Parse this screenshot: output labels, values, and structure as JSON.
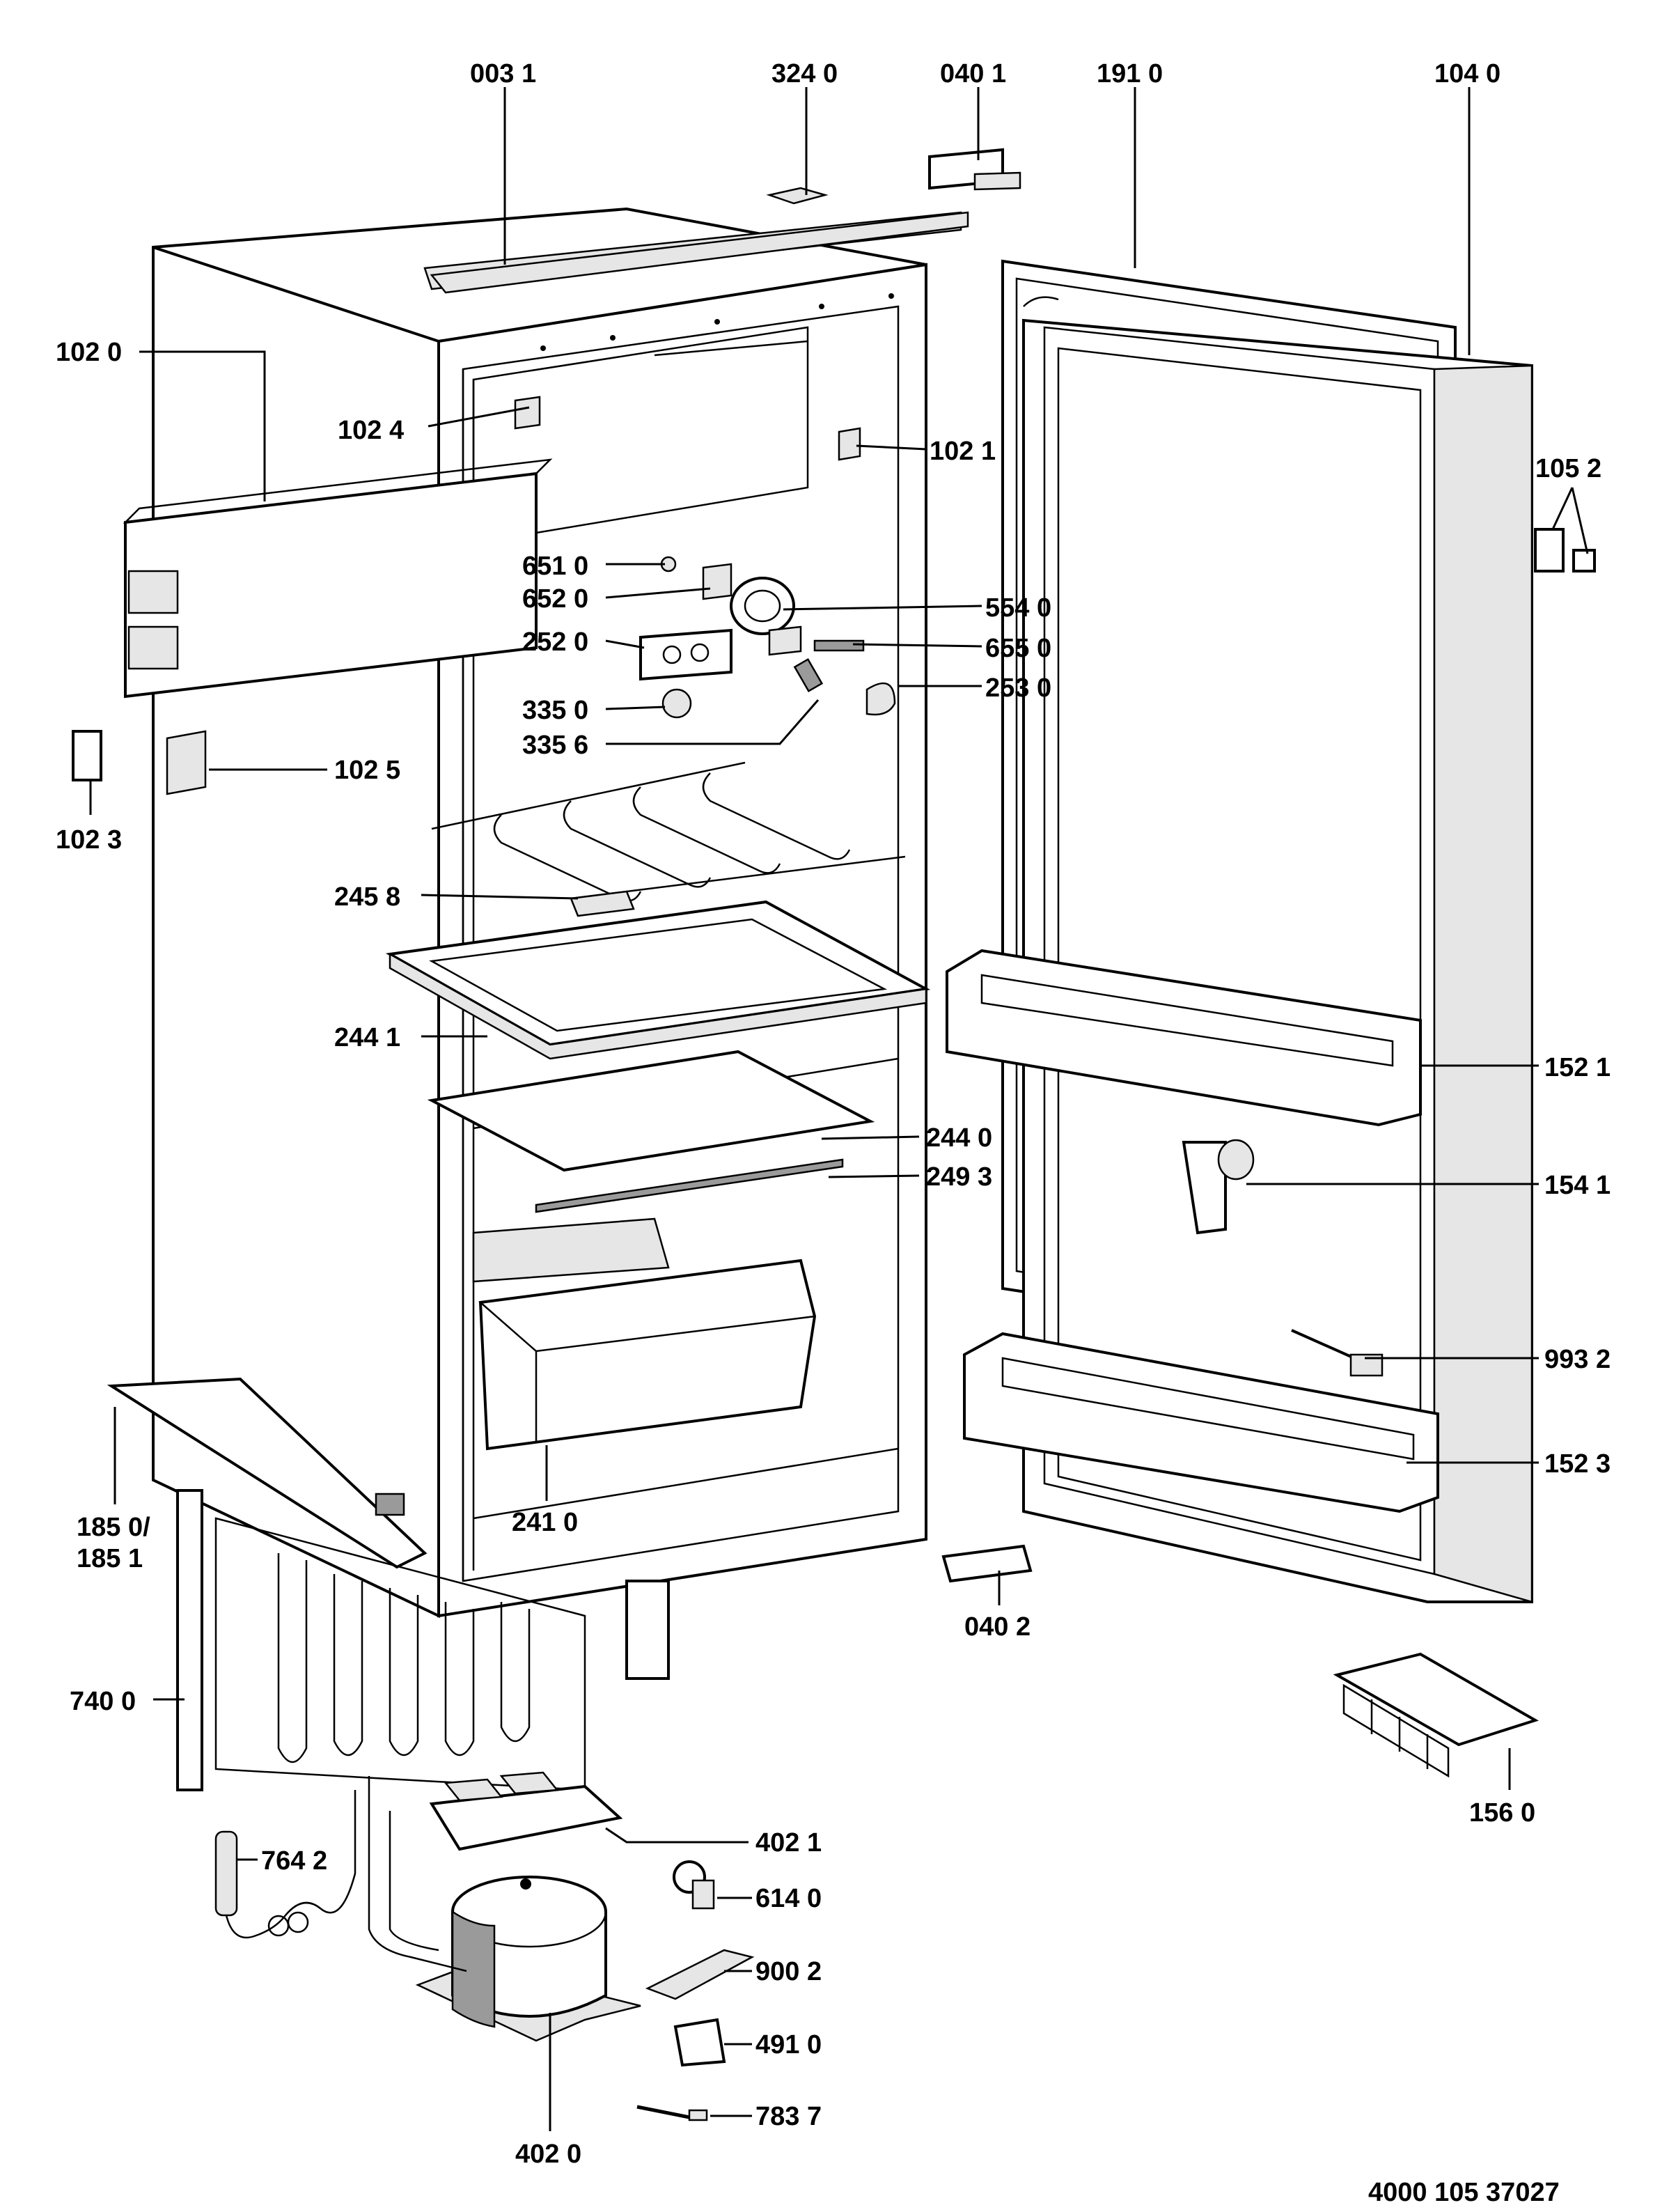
{
  "drawing": {
    "reference_code": "4000 105 37027"
  },
  "parts": [
    {
      "id": "part-003-1",
      "label": "003 1"
    },
    {
      "id": "part-324-0",
      "label": "324 0"
    },
    {
      "id": "part-040-1",
      "label": "040 1"
    },
    {
      "id": "part-191-0",
      "label": "191 0"
    },
    {
      "id": "part-104-0",
      "label": "104 0"
    },
    {
      "id": "part-102-0",
      "label": "102 0"
    },
    {
      "id": "part-102-4",
      "label": "102 4"
    },
    {
      "id": "part-102-1",
      "label": "102 1"
    },
    {
      "id": "part-105-2",
      "label": "105 2"
    },
    {
      "id": "part-651-0",
      "label": "651 0"
    },
    {
      "id": "part-652-0",
      "label": "652 0"
    },
    {
      "id": "part-554-0",
      "label": "554 0"
    },
    {
      "id": "part-252-0",
      "label": "252 0"
    },
    {
      "id": "part-655-0",
      "label": "655 0"
    },
    {
      "id": "part-253-0",
      "label": "253 0"
    },
    {
      "id": "part-335-0",
      "label": "335 0"
    },
    {
      "id": "part-335-6",
      "label": "335 6"
    },
    {
      "id": "part-102-5",
      "label": "102 5"
    },
    {
      "id": "part-102-3",
      "label": "102 3"
    },
    {
      "id": "part-245-8",
      "label": "245 8"
    },
    {
      "id": "part-244-1",
      "label": "244 1"
    },
    {
      "id": "part-152-1",
      "label": "152 1"
    },
    {
      "id": "part-244-0",
      "label": "244 0"
    },
    {
      "id": "part-249-3",
      "label": "249 3"
    },
    {
      "id": "part-154-1",
      "label": "154 1"
    },
    {
      "id": "part-993-2",
      "label": "993 2"
    },
    {
      "id": "part-152-3",
      "label": "152 3"
    },
    {
      "id": "part-185-0",
      "label": "185 0/"
    },
    {
      "id": "part-185-1",
      "label": "185 1"
    },
    {
      "id": "part-241-0",
      "label": "241 0"
    },
    {
      "id": "part-040-2",
      "label": "040 2"
    },
    {
      "id": "part-740-0",
      "label": "740 0"
    },
    {
      "id": "part-156-0",
      "label": "156 0"
    },
    {
      "id": "part-402-1",
      "label": "402 1"
    },
    {
      "id": "part-764-2",
      "label": "764 2"
    },
    {
      "id": "part-614-0",
      "label": "614 0"
    },
    {
      "id": "part-900-2",
      "label": "900 2"
    },
    {
      "id": "part-491-0",
      "label": "491 0"
    },
    {
      "id": "part-783-7",
      "label": "783 7"
    },
    {
      "id": "part-402-0",
      "label": "402 0"
    }
  ]
}
